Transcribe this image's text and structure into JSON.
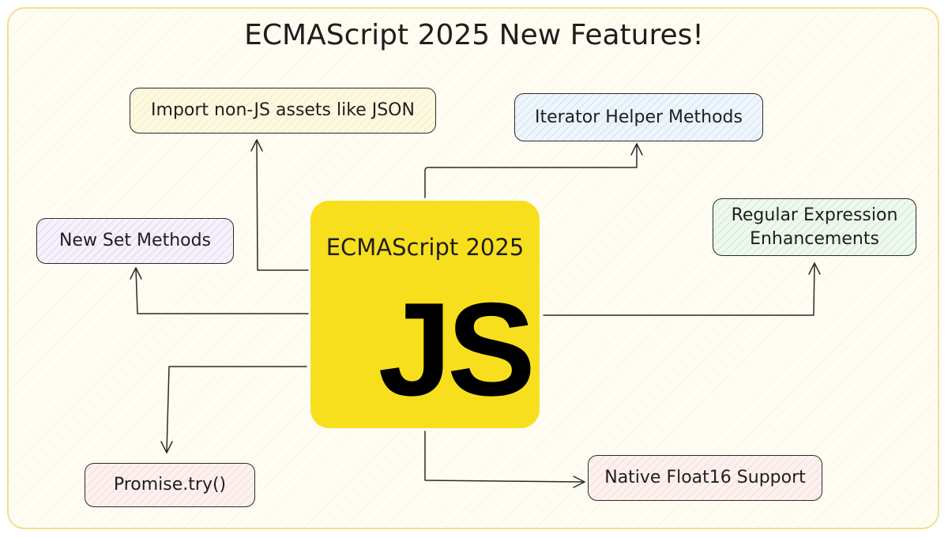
{
  "title": "ECMAScript 2025 New Features!",
  "center": {
    "label": "ECMAScript 2025",
    "logo": "JS"
  },
  "features": {
    "import_assets": "Import non-JS assets like JSON",
    "iterator_helpers": "Iterator Helper Methods",
    "set_methods": "New Set Methods",
    "regex_line1": "Regular Expression",
    "regex_line2": "Enhancements",
    "promise_try": "Promise.try()",
    "float16": "Native Float16 Support"
  },
  "colors": {
    "js_yellow": "#f7df1e",
    "frame_border": "#f1df8e",
    "ink": "#1e1e1e"
  }
}
